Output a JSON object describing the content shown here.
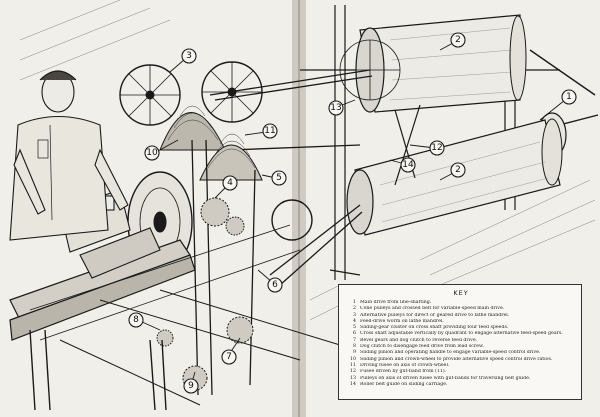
{
  "key": {
    "title": "KEY",
    "items": [
      {
        "num": "1",
        "text": "Main drive from line-shafting."
      },
      {
        "num": "2",
        "text": "Cone pulleys and crossed belt for variable-speed main drive."
      },
      {
        "num": "3",
        "text": "Alternative pulleys for direct or geared drive to lathe mandrel."
      },
      {
        "num": "4",
        "text": "Feed-drive worm on lathe mandrel."
      },
      {
        "num": "5",
        "text": "Sliding-gear cluster on cross shaft providing four feed speeds."
      },
      {
        "num": "6",
        "text": "Cross shaft adjustable vertically by quadrant to engage alternative feed-speed gears."
      },
      {
        "num": "7",
        "text": "Bevel gears and dog clutch to reverse feed drive."
      },
      {
        "num": "8",
        "text": "Dog clutch to disengage feed drive from lead screw."
      },
      {
        "num": "9",
        "text": "Sliding pinion and operating handle to engage variable-speed control drive."
      },
      {
        "num": "10",
        "text": "Sliding pinion and crown-wheel to provide alternative speed control drive ratios."
      },
      {
        "num": "11",
        "text": "Driving fusee on axis of crown-wheel."
      },
      {
        "num": "12",
        "text": "Fusee driven by gut-band from (11)."
      },
      {
        "num": "13",
        "text": "Pulleys on axis of driven fusee with gut-bands for traversing belt guide."
      },
      {
        "num": "14",
        "text": "Roller belt guide on sliding carriage."
      }
    ]
  },
  "callouts": [
    {
      "num": "1"
    },
    {
      "num": "2"
    },
    {
      "num": "2"
    },
    {
      "num": "3"
    },
    {
      "num": "4"
    },
    {
      "num": "5"
    },
    {
      "num": "6"
    },
    {
      "num": "7"
    },
    {
      "num": "8"
    },
    {
      "num": "9"
    },
    {
      "num": "10"
    },
    {
      "num": "11"
    },
    {
      "num": "12"
    },
    {
      "num": "13"
    },
    {
      "num": "14"
    }
  ],
  "colors": {
    "ink": "#1a1a1a",
    "paper": "#f1efe9",
    "gutter": "#cfcbc2"
  }
}
